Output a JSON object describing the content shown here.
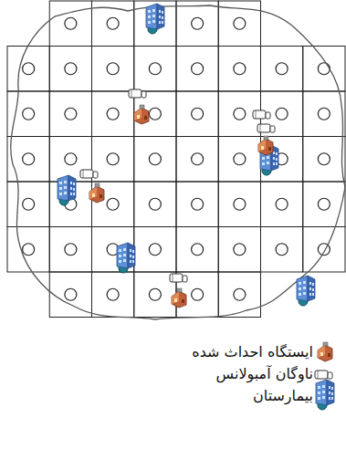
{
  "diagram": {
    "legend": [
      {
        "text": "ایستگاه احداث شده"
      },
      {
        "text": "ناوگان آمبولانس"
      },
      {
        "text": "بیمارستان"
      }
    ]
  }
}
